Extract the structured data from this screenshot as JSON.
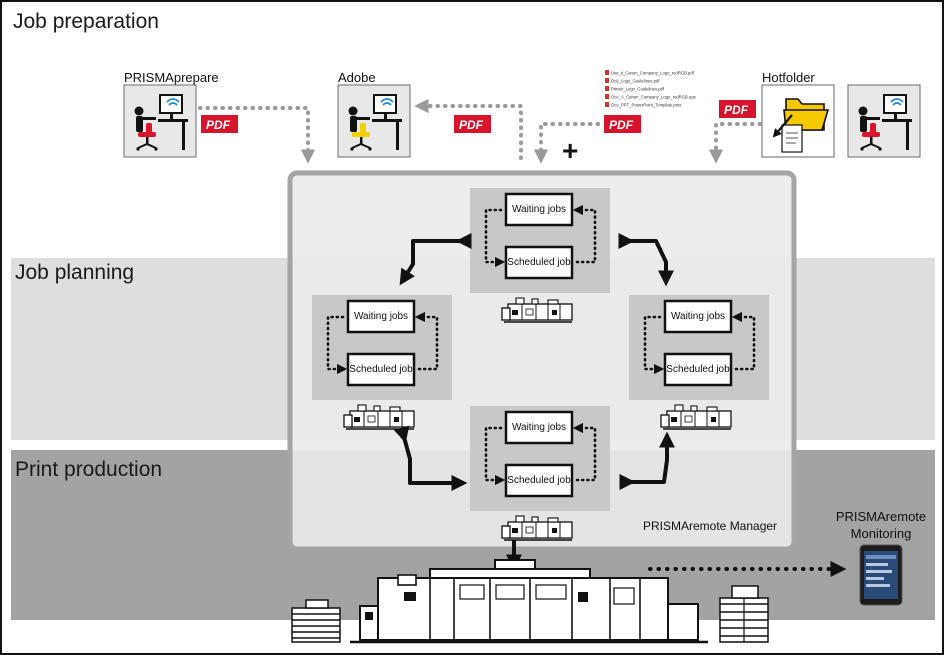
{
  "lanes": {
    "job_preparation": "Job preparation",
    "job_planning": "Job planning",
    "print_production": "Print production"
  },
  "sources": {
    "prismaprepare": "PRISMAprepare",
    "adobe": "Adobe",
    "hotfolder": "Hotfolder"
  },
  "pdf_badge": "PDF",
  "plus_sign": "+",
  "files": [
    "Use_it_Canon_Company_Logo_redRGB.pdf",
    "Océ_Logo_Guidelines.pdf",
    "Printer_Logo_Guidelines.pdf",
    "Oce_A_Canon_Company_Logo_redRGB.eps",
    "Oce_PPT_PowerPoint_Template.potx"
  ],
  "queues": {
    "waiting": "Waiting jobs",
    "scheduled": "Scheduled job"
  },
  "manager_label": "PRISMAremote Manager",
  "monitoring_label": [
    "PRISMAremote",
    "Monitoring"
  ],
  "colors": {
    "planning_band": "#dedede",
    "production_band": "#a3a3a3",
    "manager_panel": "#ebebeb",
    "printer_group": "#c8c8c8",
    "pdf_red": "#d8132c",
    "chair_red": "#d8132c",
    "chair_yellow": "#f0d000",
    "folder_yellow": "#f5c800"
  }
}
